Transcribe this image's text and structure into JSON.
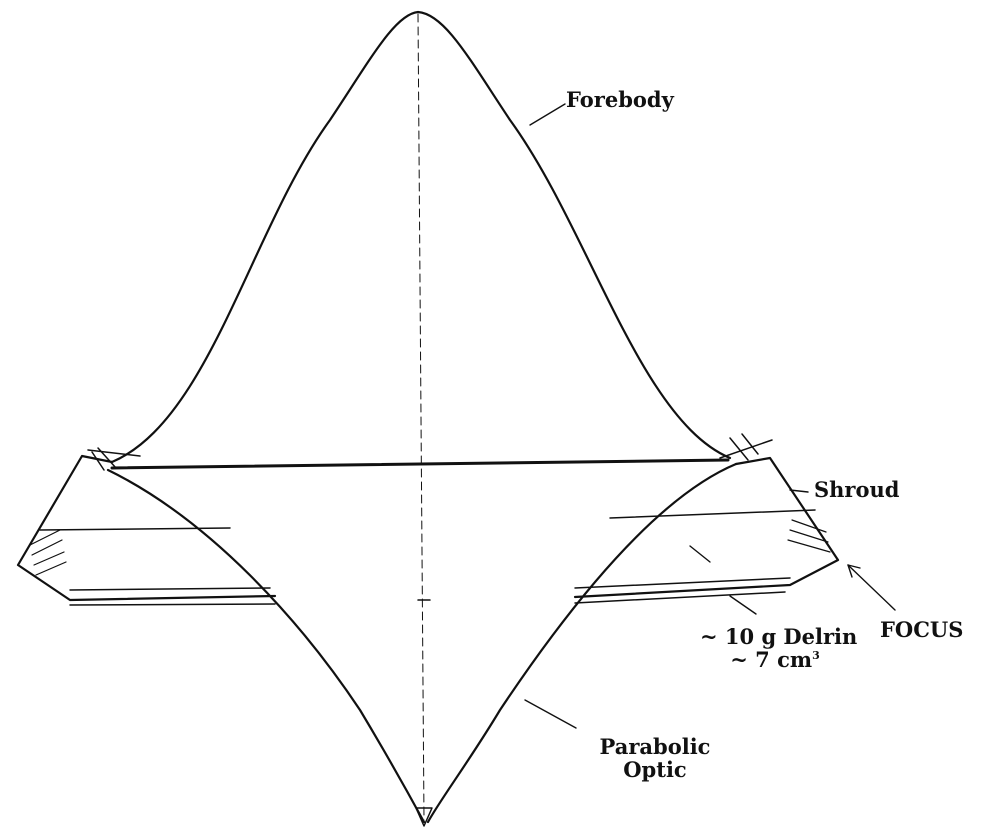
{
  "labels": {
    "forebody": "Forebody",
    "shroud": "Shroud",
    "focus": "FOCUS",
    "delrin_mass": "~ 10 g Delrin",
    "delrin_volume_prefix": "~ 7 cm",
    "delrin_volume_exponent": "3",
    "parabolic_line1": "Parabolic",
    "parabolic_line2": "Optic"
  },
  "colors": {
    "ink": "#111111",
    "background": "#ffffff"
  }
}
